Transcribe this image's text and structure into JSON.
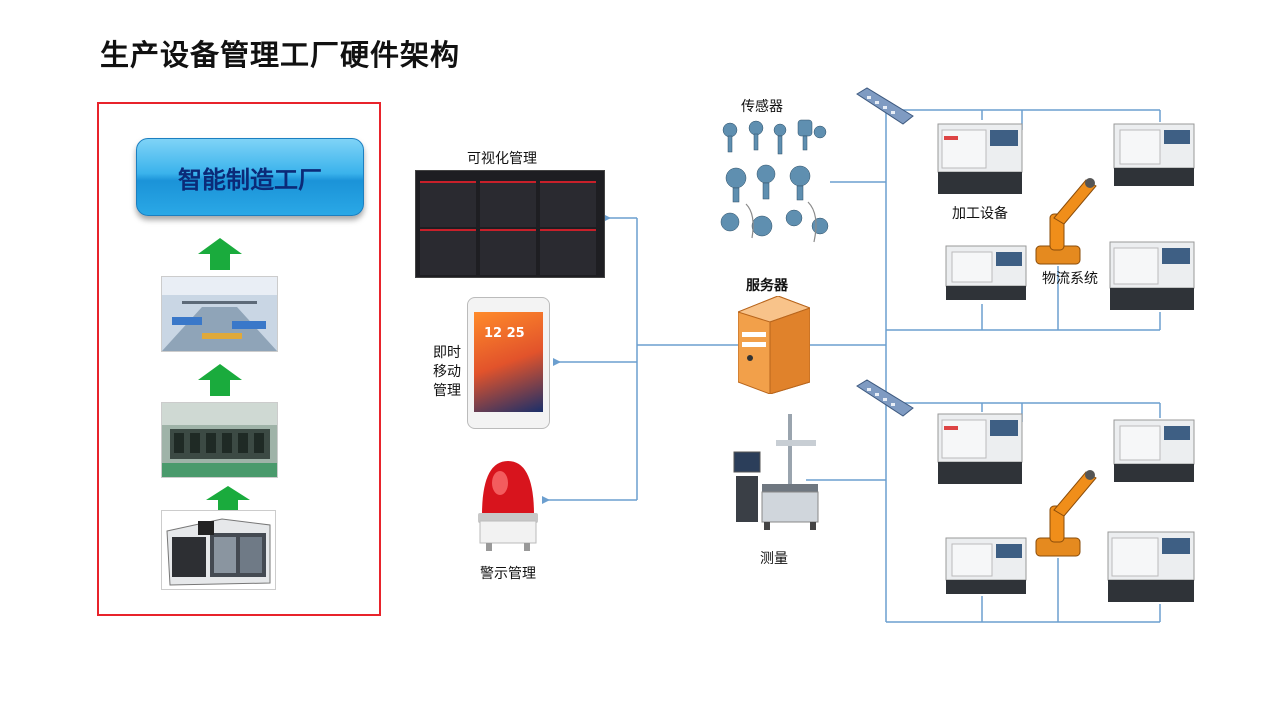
{
  "title": "生产设备管理工厂硬件架构",
  "factory": {
    "label": "智能制造工厂"
  },
  "labels": {
    "visual_mgmt": "可视化管理",
    "mobile_line1": "即时",
    "mobile_line2": "移动",
    "mobile_line3": "管理",
    "alarm_mgmt": "警示管理",
    "sensor": "传感器",
    "server": "服务器",
    "measure": "测量",
    "processing": "加工设备",
    "logistics": "物流系统"
  },
  "phone": {
    "time": "12 25"
  },
  "colors": {
    "accent_red": "#e8232b",
    "arrow_green": "#1aab3d",
    "line_blue": "#6c9fcf",
    "factory_blue": "#2aa8e6"
  }
}
